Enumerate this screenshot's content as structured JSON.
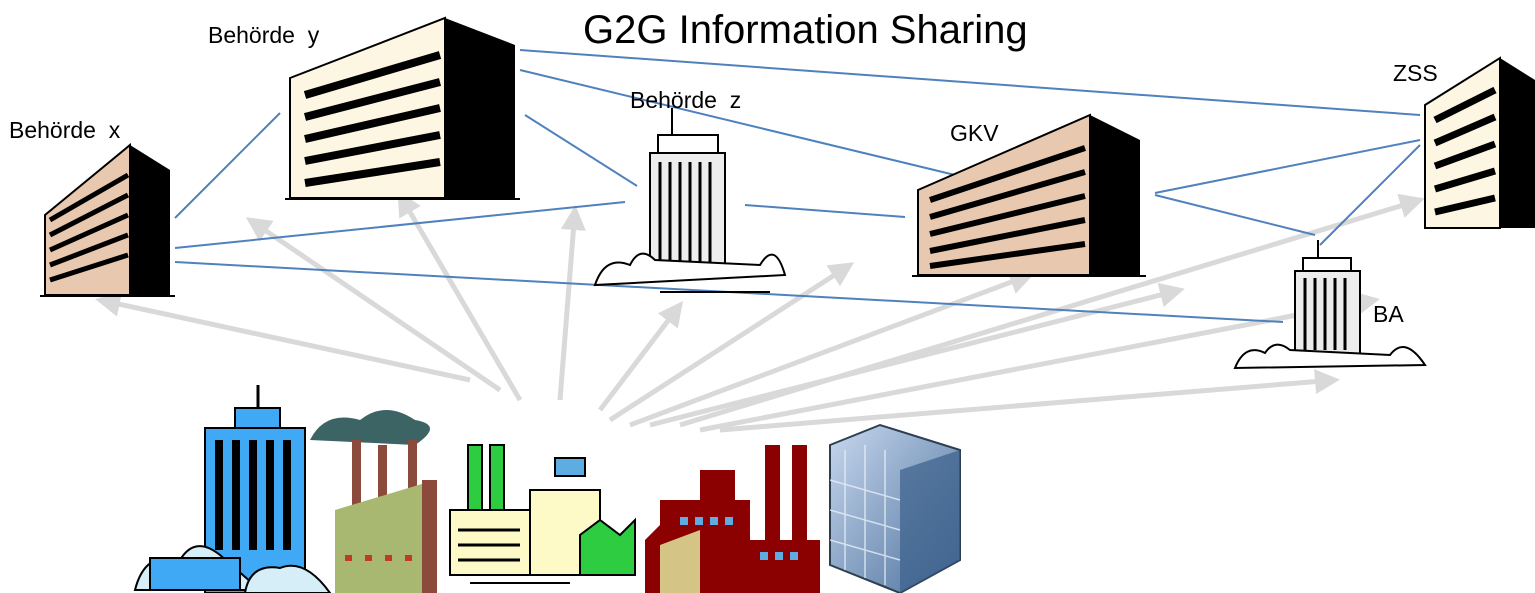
{
  "title": "G2G Information Sharing",
  "nodes": {
    "behoerde_x": "Behörde  x",
    "behoerde_y": "Behörde  y",
    "behoerde_z": "Behörde  z",
    "gkv": "GKV",
    "zss": "ZSS",
    "ba": "BA"
  },
  "colors": {
    "connection_line": "#4f81bd",
    "arrow": "#d9d9d9",
    "building_face": "#fdf6e3",
    "building_side": "#e8c9b0",
    "building_dark": "#000000"
  }
}
